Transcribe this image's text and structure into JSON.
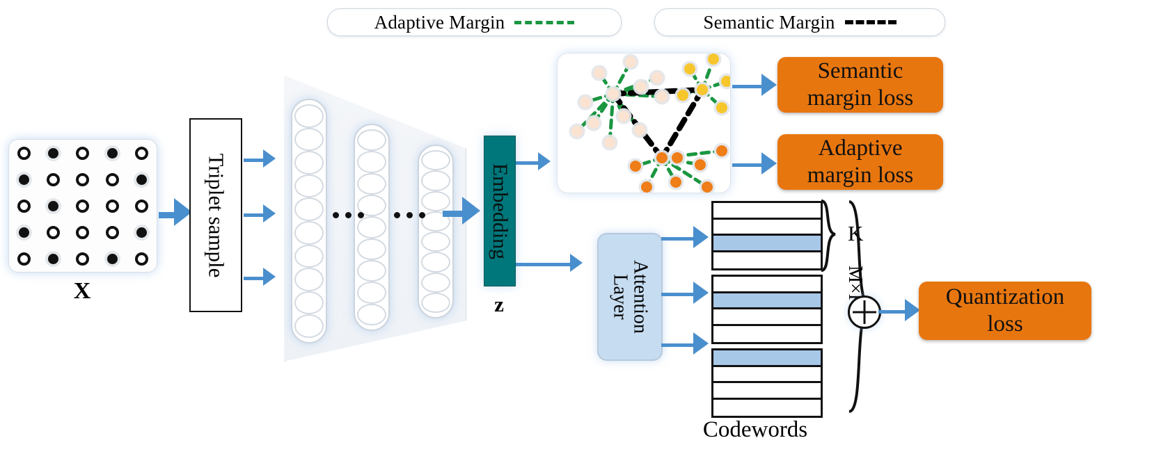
{
  "legend": {
    "items": [
      {
        "label": "Adaptive Margin",
        "style": "green-dashed",
        "color": "#1a9641"
      },
      {
        "label": "Semantic Margin",
        "style": "black-dashed",
        "color": "#000000"
      }
    ]
  },
  "input": {
    "caption": "X",
    "matrix": [
      [
        "hollow",
        "filled",
        "hollow",
        "filled",
        "hollow"
      ],
      [
        "filled",
        "hollow",
        "hollow",
        "hollow",
        "filled"
      ],
      [
        "hollow",
        "filled",
        "hollow",
        "hollow",
        "hollow"
      ],
      [
        "filled",
        "hollow",
        "hollow",
        "hollow",
        "filled"
      ],
      [
        "hollow",
        "filled",
        "hollow",
        "filled",
        "hollow"
      ]
    ]
  },
  "triplet": {
    "label": "Triplet sample"
  },
  "network": {
    "columns": [
      10,
      9,
      8
    ],
    "ellipsis": "•••"
  },
  "embedding": {
    "label": "Embedding",
    "caption": "z",
    "color": "#00777b"
  },
  "scatter": {
    "clusters": [
      {
        "name": "peach-cluster",
        "color": "#fbe3d2"
      },
      {
        "name": "yellow-cluster",
        "color": "#f6c62c"
      },
      {
        "name": "orange-cluster",
        "color": "#ef7d18"
      }
    ],
    "adaptive_margin_color": "#1a9641",
    "semantic_margin_color": "#000000"
  },
  "attention": {
    "label": "Attention Layer",
    "color": "#c6dcf1"
  },
  "codebooks": {
    "caption": "Codewords",
    "k_label": "K",
    "mk_label": "M×K",
    "highlight_color": "#a8c8e8",
    "blocks": [
      {
        "rows": 4,
        "highlighted_index": 2
      },
      {
        "rows": 4,
        "highlighted_index": 1
      },
      {
        "rows": 4,
        "highlighted_index": 0
      }
    ]
  },
  "sum_operator": "circle-plus",
  "losses": [
    {
      "name": "semantic-margin-loss",
      "line1": "Semantic",
      "line2": "margin loss",
      "color": "#e8760f"
    },
    {
      "name": "adaptive-margin-loss",
      "line1": "Adaptive",
      "line2": "margin loss",
      "color": "#e8760f"
    },
    {
      "name": "quantization-loss",
      "line1": "Quantization",
      "line2": "loss",
      "color": "#e8760f"
    }
  ]
}
